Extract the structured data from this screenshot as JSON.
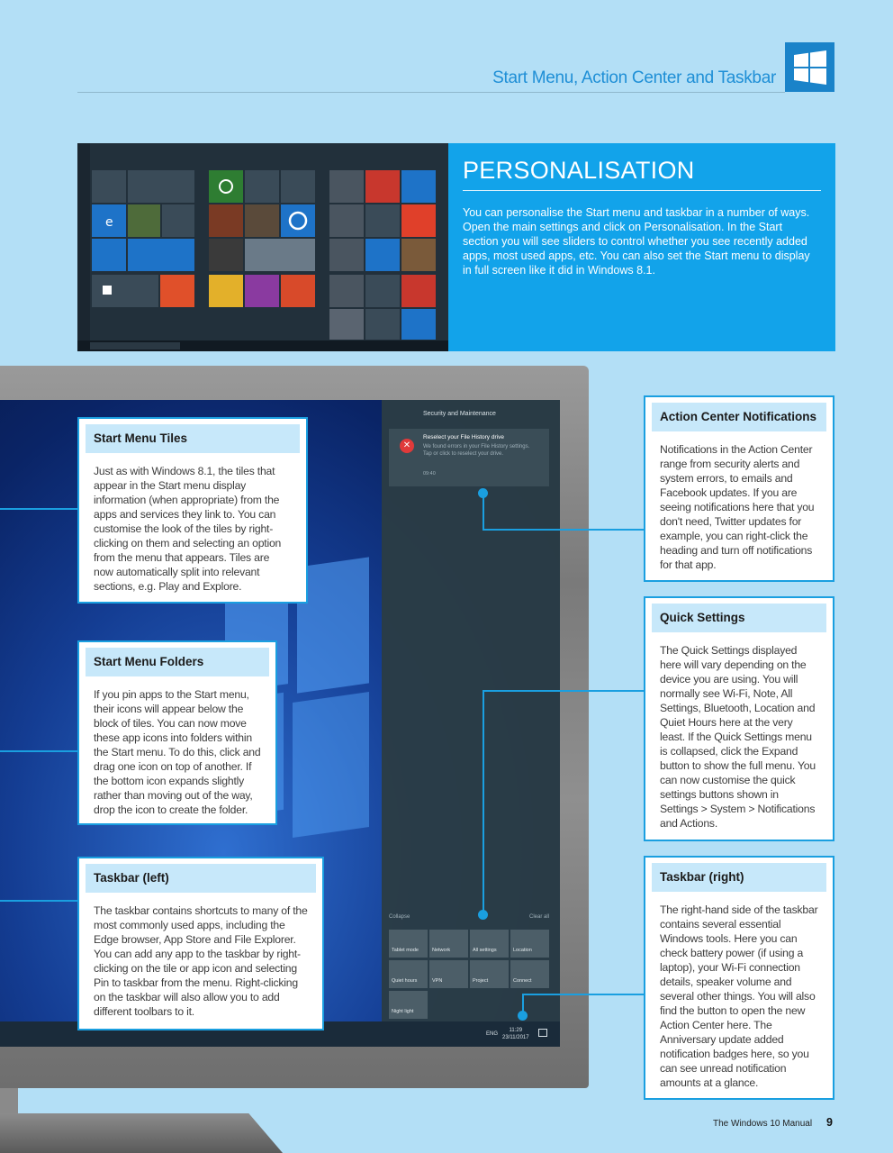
{
  "header": {
    "title": "Start Menu, Action Center and Taskbar"
  },
  "personalisation": {
    "title": "PERSONALISATION",
    "body": "You can personalise the Start menu and taskbar in a number of ways. Open the main settings and click on Personalisation. In the Start section you will see sliders to control whether you see recently added apps, most used apps, etc. You can also set the Start menu to display in full screen like it did in Windows 8.1."
  },
  "callouts": {
    "start_menu_tiles": {
      "heading": "Start Menu Tiles",
      "body": "Just as with Windows 8.1, the tiles that appear in the Start menu display information (when appropriate) from the apps and services they link to. You can customise the look of the tiles by right-clicking on them and selecting an option from the menu that appears. Tiles are now automatically split into relevant sections, e.g. Play and Explore."
    },
    "start_menu_folders": {
      "heading": "Start Menu Folders",
      "body": "If you pin apps to the Start menu, their icons will appear below the block of tiles. You can now move these app icons into folders within the Start menu. To do this, click and drag one icon on top of another. If the bottom icon expands slightly rather than moving out of the way, drop the icon to create the folder."
    },
    "taskbar_left": {
      "heading": "Taskbar (left)",
      "body": "The taskbar contains shortcuts to many of the most commonly used apps, including the Edge browser, App Store and File Explorer. You can add any app to the taskbar by right-clicking on the tile or app icon and selecting Pin to taskbar from the menu. Right-clicking on the taskbar will also allow you to add different toolbars to it."
    },
    "action_center_notifications": {
      "heading": "Action Center Notifications",
      "body": "Notifications in the Action Center range from security alerts and system errors, to emails and Facebook updates. If you are seeing notifications here that you don't need, Twitter updates for example, you can right-click the heading and turn off notifications for that app."
    },
    "quick_settings": {
      "heading": "Quick Settings",
      "body": "The Quick Settings displayed here will vary depending on the device you are using. You will normally see Wi-Fi, Note, All Settings, Bluetooth, Location and Quiet Hours here at the very least. If the Quick Settings menu is collapsed, click the Expand button to show the full menu. You can now customise the quick settings buttons shown in Settings > System > Notifications and Actions."
    },
    "taskbar_right": {
      "heading": "Taskbar (right)",
      "body": "The right-hand side of the taskbar contains several essential Windows tools. Here you can check battery power (if using a laptop), your Wi-Fi connection details, speaker volume and several other things. You will also find the button to open the new Action Center here. The Anniversary update added notification badges here, so you can see unread notification amounts at a glance."
    }
  },
  "action_center": {
    "header": "Security and Maintenance",
    "notification_title": "Reselect your File History drive",
    "notification_body": "We found errors in your File History settings. Tap or click to reselect your drive.",
    "notification_time": "09:40",
    "collapse": "Collapse",
    "clear_all": "Clear all",
    "quick_settings": [
      "Tablet mode",
      "Network",
      "All settings",
      "Location",
      "Quiet hours",
      "VPN",
      "Project",
      "Connect",
      "Night light"
    ],
    "clock_time": "11:29",
    "clock_date": "23/11/2017",
    "language": "ENG"
  },
  "footer": {
    "text": "The Windows 10 Manual",
    "page": "9"
  },
  "colors": {
    "page_bg": "#b3dff6",
    "accent": "#1a9fe0",
    "header_text": "#1f8fd6",
    "heading_bg": "#c7e8fa",
    "personal_bg": "#12a3ea"
  }
}
